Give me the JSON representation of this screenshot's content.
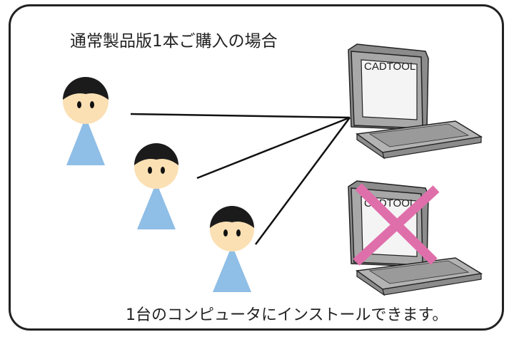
{
  "heading": "通常製品版1本ご購入の場合",
  "caption": "1台のコンピュータにインストールできます。",
  "computers": [
    {
      "screen_label": "CADTOOL",
      "status": "allowed"
    },
    {
      "screen_label": "CADTOOL",
      "status": "not-allowed"
    }
  ],
  "colors": {
    "face": "#fbe0b4",
    "hair": "#1b1b1b",
    "body": "#8fbee6",
    "monitor": "#a3a3a3",
    "cross": "#df6fab",
    "line": "#111111"
  },
  "icons": [
    "person-icon",
    "computer-icon",
    "cross-icon"
  ]
}
